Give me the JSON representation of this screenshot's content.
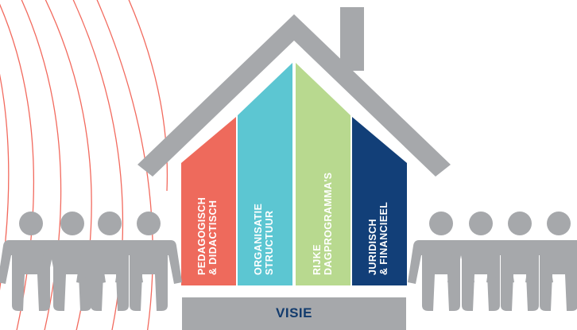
{
  "colors": {
    "roof": "#a6a8ab",
    "people": "#a6a8ab",
    "foundation": "#a6a8ab",
    "arcs": "#f26a5e",
    "pillar_1": "#ee6a5c",
    "pillar_2": "#5cc6d2",
    "pillar_3": "#b8d98f",
    "pillar_4": "#123f78",
    "foundation_text": "#123b6d"
  },
  "pillars": [
    {
      "line1": "PEDAGOGISCH",
      "line2": "& DIDACTISCH"
    },
    {
      "line1": "ORGANISATIE",
      "line2": "STRUCTUUR"
    },
    {
      "line1": "RIJKE",
      "line2": "DAGPROGRAMMA'S"
    },
    {
      "line1": "JURIDISCH",
      "line2": "& FINANCIEEL"
    }
  ],
  "foundation": {
    "label": "VISIE"
  },
  "icons": {
    "people_left": "person-icon",
    "people_right": "person-icon"
  }
}
